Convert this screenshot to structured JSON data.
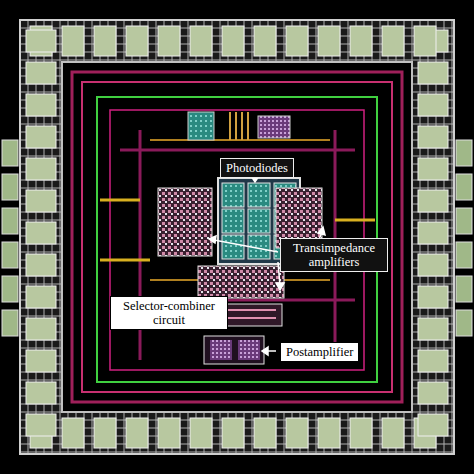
{
  "diagram": {
    "nodes": [
      {
        "text": [
          "Photodiodes"
        ]
      },
      {
        "text": [
          "Transimpedance amplifiers"
        ]
      },
      {
        "text": [
          "Selector-combiner circuit"
        ]
      },
      {
        "text": [
          "Postamplifier"
        ]
      }
    ]
  }
}
